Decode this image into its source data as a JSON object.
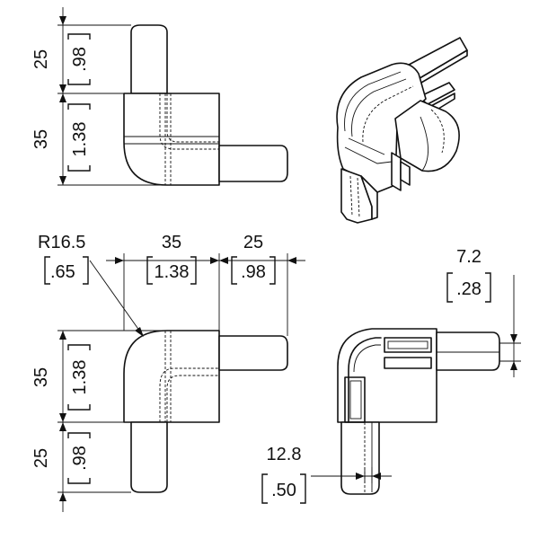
{
  "dimensions": {
    "side_top_mm": "25",
    "side_top_in": ".98",
    "side_mid_mm": "35",
    "side_mid_in": "1.38",
    "radius_mm": "R16.5",
    "radius_in": ".65",
    "front_w_mm": "35",
    "front_w_in": "1.38",
    "front_leg_mm": "25",
    "front_leg_in": ".98",
    "front_h_mm": "35",
    "front_h_in": "1.38",
    "front_bot_mm": "25",
    "front_bot_in": ".98",
    "slot_mm": "7.2",
    "slot_in": ".28",
    "wall_mm": "12.8",
    "wall_in": ".50"
  },
  "colors": {
    "line": "#111111",
    "background": "#ffffff"
  }
}
